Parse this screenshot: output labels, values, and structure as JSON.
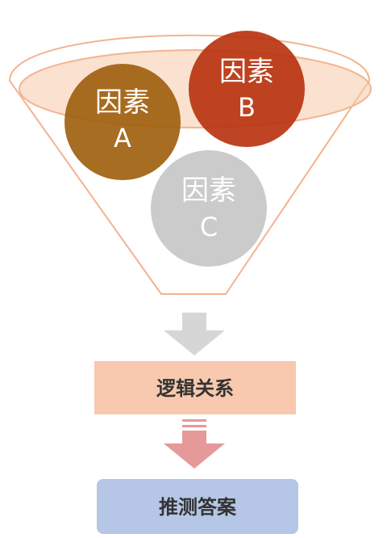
{
  "factors": [
    {
      "id": "a",
      "label": "因素",
      "letter": "A",
      "color": "#A0610F"
    },
    {
      "id": "b",
      "label": "因素",
      "letter": "B",
      "color": "#B83410"
    },
    {
      "id": "c",
      "label": "因素",
      "letter": "C",
      "color": "#C8C8C8"
    }
  ],
  "steps": [
    {
      "id": "logic",
      "label": "逻辑关系",
      "color": "#F8C9AE"
    },
    {
      "id": "answer",
      "label": "推测答案",
      "color": "#B5C6E6"
    }
  ],
  "colors": {
    "funnel_stroke": "#F2B48F",
    "rim_fill": "#F5C9AA",
    "arrow_top": "#D6D6D6",
    "arrow_bottom": "#E59999"
  }
}
